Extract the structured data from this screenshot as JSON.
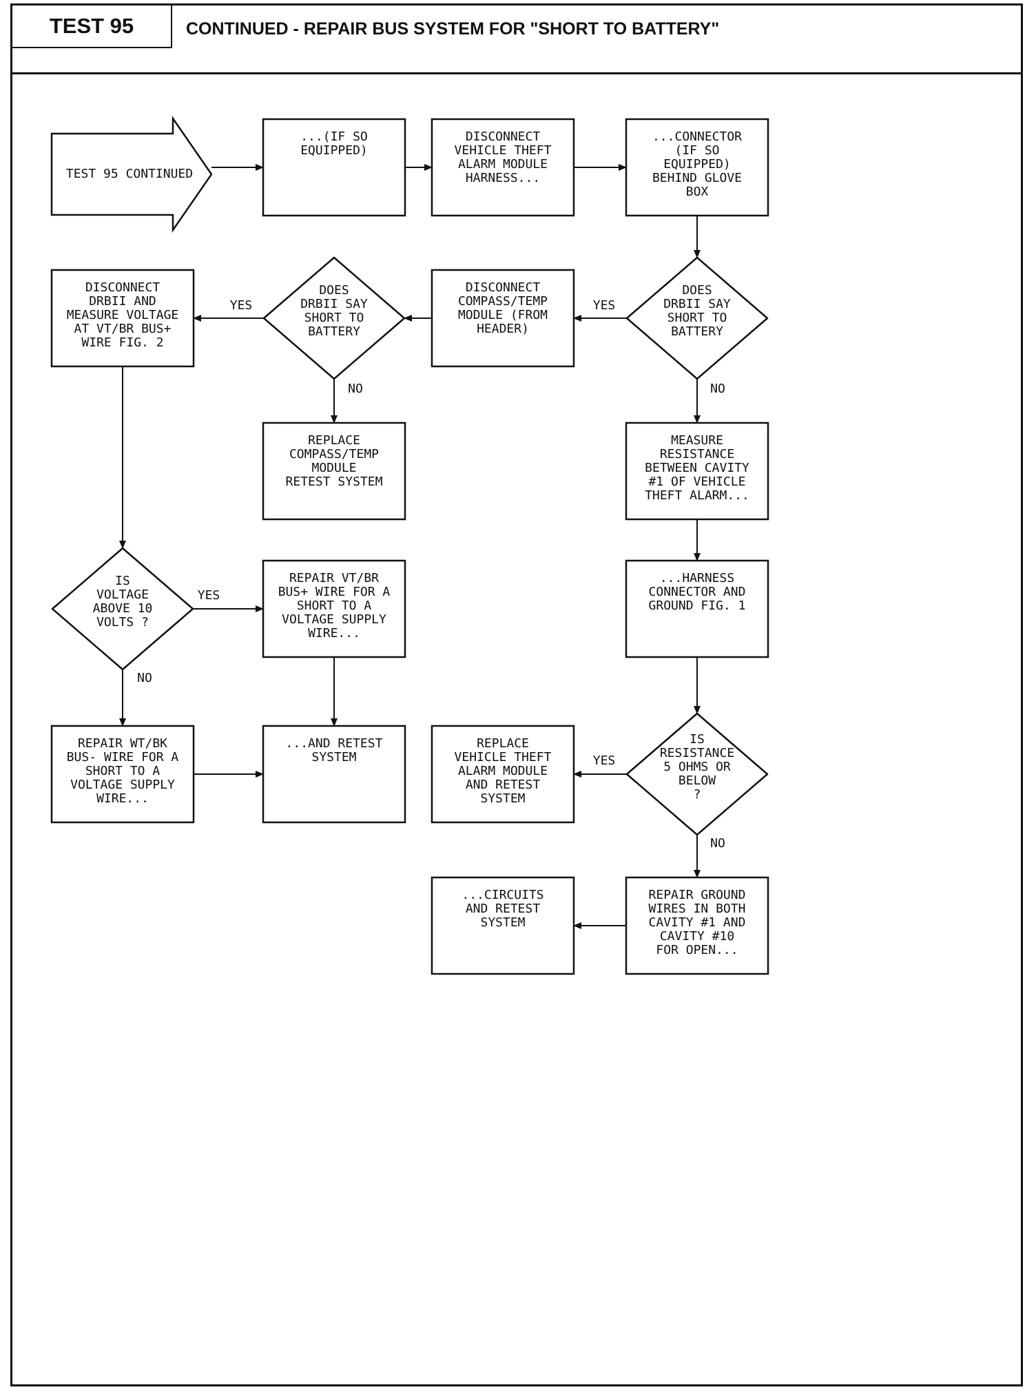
{
  "header": {
    "test_label": "TEST 95",
    "title": "CONTINUED - REPAIR BUS SYSTEM FOR \"SHORT TO BATTERY\""
  },
  "nodes": {
    "start": {
      "shape": "arrow",
      "lines": [
        "TEST 95 CONTINUED"
      ]
    },
    "if_so_equipped": {
      "shape": "box",
      "lines": [
        "...(IF SO",
        "EQUIPPED)"
      ]
    },
    "disconnect_vta_harness": {
      "shape": "box",
      "lines": [
        "DISCONNECT",
        "VEHICLE THEFT",
        "ALARM MODULE",
        "HARNESS..."
      ]
    },
    "connector_glove_box": {
      "shape": "box",
      "lines": [
        "...CONNECTOR",
        "(IF SO",
        "EQUIPPED)",
        "BEHIND GLOVE",
        "BOX"
      ]
    },
    "does_drbii_say_1": {
      "shape": "diamond",
      "lines": [
        "DOES",
        "DRBII SAY",
        "SHORT TO",
        "BATTERY"
      ]
    },
    "disconnect_compass": {
      "shape": "box",
      "lines": [
        "DISCONNECT",
        "COMPASS/TEMP",
        "MODULE (FROM",
        "HEADER)"
      ]
    },
    "does_drbii_say_2": {
      "shape": "diamond",
      "lines": [
        "DOES",
        "DRBII SAY",
        "SHORT TO",
        "BATTERY"
      ]
    },
    "disconnect_drbii_measure": {
      "shape": "box",
      "lines": [
        "DISCONNECT",
        "DRBII AND",
        "MEASURE VOLTAGE",
        "AT VT/BR BUS+",
        "WIRE FIG. 2"
      ]
    },
    "replace_compass": {
      "shape": "box",
      "lines": [
        "REPLACE",
        "COMPASS/TEMP",
        "MODULE",
        "RETEST SYSTEM"
      ]
    },
    "measure_resistance": {
      "shape": "box",
      "lines": [
        "MEASURE",
        "RESISTANCE",
        "BETWEEN CAVITY",
        "#1 OF VEHICLE",
        "THEFT ALARM..."
      ]
    },
    "harness_connector_ground": {
      "shape": "box",
      "lines": [
        "...HARNESS",
        "CONNECTOR AND",
        "GROUND FIG. 1"
      ]
    },
    "is_voltage_above": {
      "shape": "diamond",
      "lines": [
        "IS",
        "VOLTAGE",
        "ABOVE 10",
        "VOLTS ?"
      ]
    },
    "repair_vtbr": {
      "shape": "box",
      "lines": [
        "REPAIR VT/BR",
        "BUS+ WIRE FOR A",
        "SHORT TO A",
        "VOLTAGE SUPPLY",
        "WIRE..."
      ]
    },
    "repair_wtbk": {
      "shape": "box",
      "lines": [
        "REPAIR WT/BK",
        "BUS- WIRE FOR A",
        "SHORT TO A",
        "VOLTAGE SUPPLY",
        "WIRE..."
      ]
    },
    "and_retest": {
      "shape": "box",
      "lines": [
        "...AND RETEST",
        "SYSTEM"
      ]
    },
    "is_resistance": {
      "shape": "diamond",
      "lines": [
        "IS",
        "RESISTANCE",
        "5 OHMS OR",
        "BELOW",
        "?"
      ]
    },
    "replace_vta": {
      "shape": "box",
      "lines": [
        "REPLACE",
        "VEHICLE THEFT",
        "ALARM MODULE",
        "AND RETEST",
        "SYSTEM"
      ]
    },
    "repair_ground": {
      "shape": "box",
      "lines": [
        "REPAIR GROUND",
        "WIRES IN BOTH",
        "CAVITY #1 AND",
        "CAVITY #10",
        "FOR OPEN..."
      ]
    },
    "circuits_retest": {
      "shape": "box",
      "lines": [
        "...CIRCUITS",
        "AND RETEST",
        "SYSTEM"
      ]
    }
  },
  "edges": [
    {
      "from": "start",
      "to": "if_so_equipped",
      "label": ""
    },
    {
      "from": "if_so_equipped",
      "to": "disconnect_vta_harness",
      "label": ""
    },
    {
      "from": "disconnect_vta_harness",
      "to": "connector_glove_box",
      "label": ""
    },
    {
      "from": "connector_glove_box",
      "to": "does_drbii_say_1",
      "label": ""
    },
    {
      "from": "does_drbii_say_1",
      "to": "disconnect_compass",
      "label": "YES"
    },
    {
      "from": "does_drbii_say_1",
      "to": "measure_resistance",
      "label": "NO"
    },
    {
      "from": "disconnect_compass",
      "to": "does_drbii_say_2",
      "label": ""
    },
    {
      "from": "does_drbii_say_2",
      "to": "disconnect_drbii_measure",
      "label": "YES"
    },
    {
      "from": "does_drbii_say_2",
      "to": "replace_compass",
      "label": "NO"
    },
    {
      "from": "disconnect_drbii_measure",
      "to": "is_voltage_above",
      "label": ""
    },
    {
      "from": "is_voltage_above",
      "to": "repair_vtbr",
      "label": "YES"
    },
    {
      "from": "is_voltage_above",
      "to": "repair_wtbk",
      "label": "NO"
    },
    {
      "from": "repair_vtbr",
      "to": "and_retest",
      "label": ""
    },
    {
      "from": "repair_wtbk",
      "to": "and_retest",
      "label": ""
    },
    {
      "from": "measure_resistance",
      "to": "harness_connector_ground",
      "label": ""
    },
    {
      "from": "harness_connector_ground",
      "to": "is_resistance",
      "label": ""
    },
    {
      "from": "is_resistance",
      "to": "replace_vta",
      "label": "YES"
    },
    {
      "from": "is_resistance",
      "to": "repair_ground",
      "label": "NO"
    },
    {
      "from": "repair_ground",
      "to": "circuits_retest",
      "label": ""
    }
  ]
}
